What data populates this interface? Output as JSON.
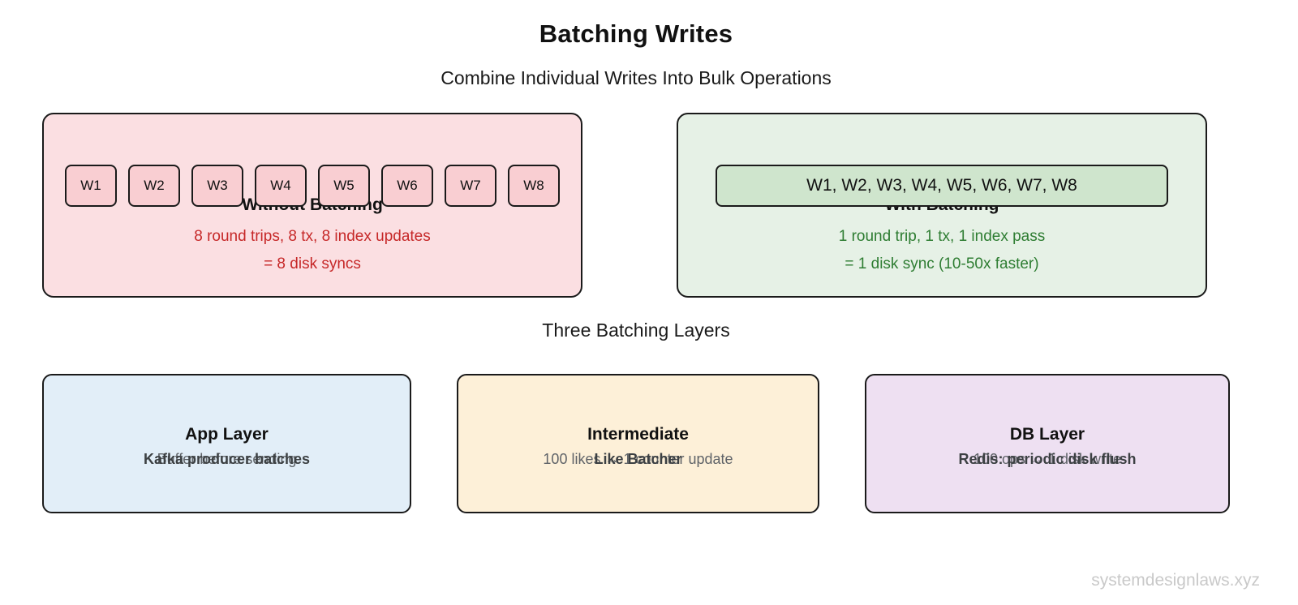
{
  "page": {
    "title": "Batching Writes",
    "subtitle": "Combine Individual Writes Into Bulk Operations",
    "section_heading": "Three Batching Layers",
    "watermark": "systemdesignlaws.xyz"
  },
  "without_batching": {
    "title": "Without Batching",
    "writes": [
      "W1",
      "W2",
      "W3",
      "W4",
      "W5",
      "W6",
      "W7",
      "W8"
    ],
    "stat_line1": "8 round trips, 8 tx, 8 index updates",
    "stat_line2": "= 8 disk syncs"
  },
  "with_batching": {
    "title": "With Batching",
    "batch_label": "W1, W2, W3, W4, W5, W6, W7, W8",
    "stat_line1": "1 round trip, 1 tx, 1 index pass",
    "stat_line2": "= 1 disk sync (10-50x faster)"
  },
  "layers": [
    {
      "title": "App Layer",
      "subtitle": "Kafka producer batches",
      "description": "Buffer before sending"
    },
    {
      "title": "Intermediate",
      "subtitle": "Like Batcher",
      "description": "100 likes → 1 counter update"
    },
    {
      "title": "DB Layer",
      "subtitle": "Redis: periodic disk flush",
      "description": "100 ops → 1 disk write"
    }
  ],
  "colors": {
    "ink": "#1a1a1a",
    "pink_panel_bg": "#fbdfe2",
    "pink_chip_bg": "#f9ced2",
    "red_stat_text": "#c62828",
    "green_panel_bg": "#e6f1e6",
    "green_batch_bg": "#cfe5cd",
    "green_stat_text": "#2e7d32",
    "blue_card_bg": "#e2eef8",
    "orange_card_bg": "#fdf0d8",
    "purple_card_bg": "#eee0f2",
    "gray_text": "#5f6368",
    "watermark_text": "#c9c9c9"
  }
}
